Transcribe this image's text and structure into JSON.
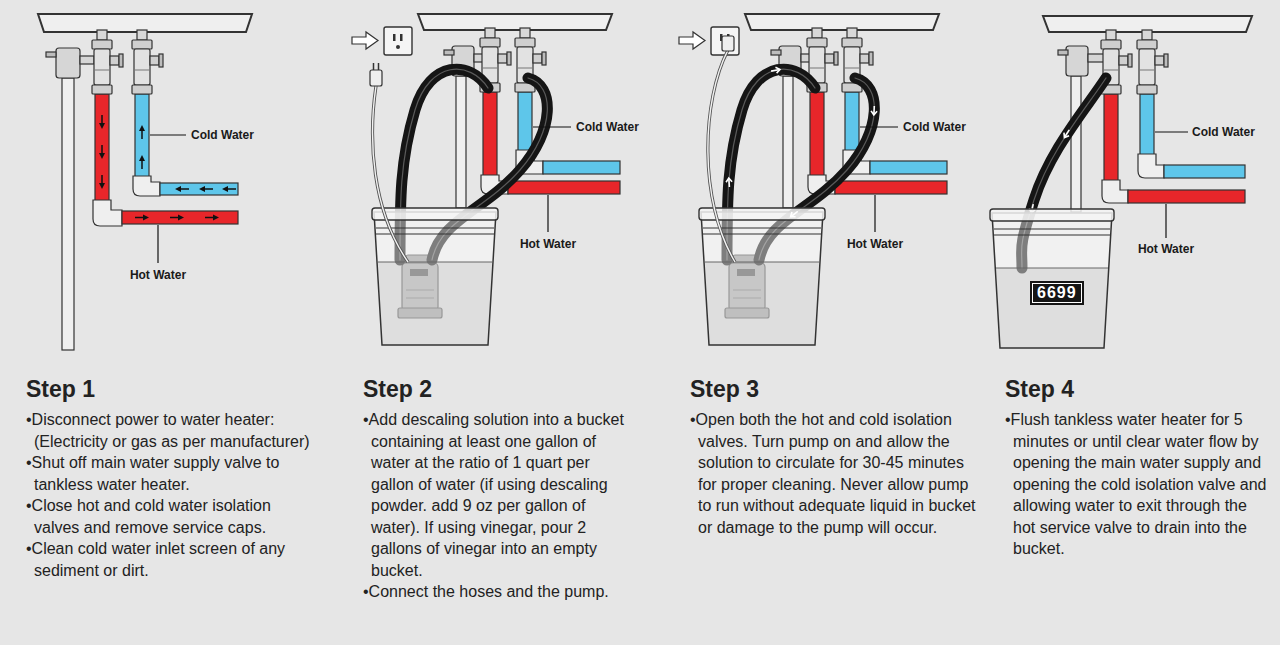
{
  "diagram": {
    "nodes": [
      {
        "text": [
          "6699"
        ]
      }
    ],
    "labels": [
      "Cold Water",
      "Hot Water",
      "Cold Water",
      "Hot Water",
      "Cold Water",
      "Hot Water",
      "Cold Water",
      "Hot Water",
      "Step 1",
      "•Disconnect power to water heater: (Electricity or gas as per manufacturer)",
      "•Shut off main water supply valve to tankless water heater.",
      "•Close hot and cold water isolation valves and remove service caps.",
      "•Clean cold water inlet screen of any sediment or dirt.",
      "Step 2",
      "•Add descaling solution into a bucket containing at least one gallon of water at the ratio of 1 quart per gallon of water (if using descaling powder. add 9 oz per gallon of water). If using vinegar, pour 2 gallons of vinegar into an empty bucket.",
      "•Connect the hoses and the pump.",
      "Step 3",
      "•Open both the hot and cold isolation valves. Turn pump on and allow the solution to circulate for 30-45 minutes for proper cleaning. Never allow pump to run without adequate liquid in bucket or damage to the pump will occur.",
      "Step 4",
      "•Flush tankless water heater for 5 minutes or until clear water flow by opening the main water supply and opening the cold isolation valve and allowing water to exit through the hot service valve to drain into the bucket."
    ]
  }
}
